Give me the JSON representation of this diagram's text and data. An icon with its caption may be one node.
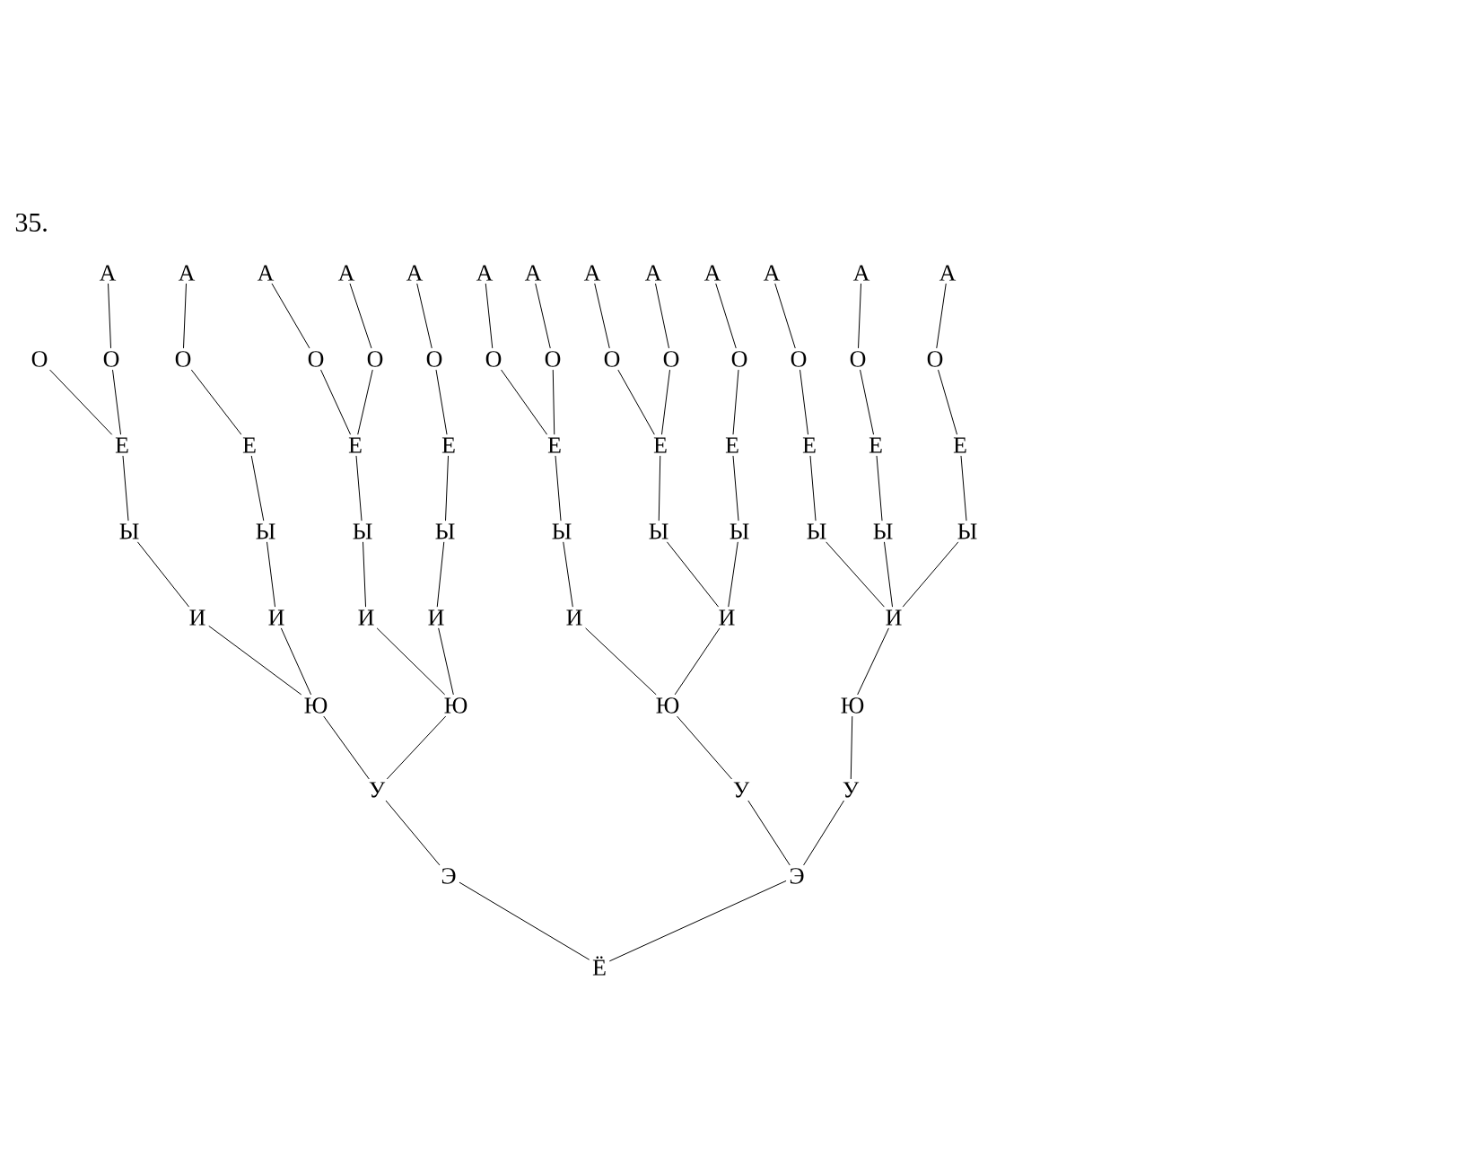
{
  "diagram": {
    "nodes": [
      {
        "text": [
          "А"
        ]
      },
      {
        "text": [
          "А"
        ]
      },
      {
        "text": [
          "А"
        ]
      },
      {
        "text": [
          "А"
        ]
      },
      {
        "text": [
          "А"
        ]
      },
      {
        "text": [
          "А"
        ]
      },
      {
        "text": [
          "А"
        ]
      },
      {
        "text": [
          "А"
        ]
      },
      {
        "text": [
          "А"
        ]
      },
      {
        "text": [
          "А"
        ]
      },
      {
        "text": [
          "А"
        ]
      },
      {
        "text": [
          "А"
        ]
      },
      {
        "text": [
          "А"
        ]
      },
      {
        "text": [
          "О"
        ]
      },
      {
        "text": [
          "О"
        ]
      },
      {
        "text": [
          "О"
        ]
      },
      {
        "text": [
          "О"
        ]
      },
      {
        "text": [
          "О"
        ]
      },
      {
        "text": [
          "О"
        ]
      },
      {
        "text": [
          "О"
        ]
      },
      {
        "text": [
          "О"
        ]
      },
      {
        "text": [
          "О"
        ]
      },
      {
        "text": [
          "О"
        ]
      },
      {
        "text": [
          "О"
        ]
      },
      {
        "text": [
          "О"
        ]
      },
      {
        "text": [
          "О"
        ]
      },
      {
        "text": [
          "О"
        ]
      },
      {
        "text": [
          "Е"
        ]
      },
      {
        "text": [
          "Е"
        ]
      },
      {
        "text": [
          "Е"
        ]
      },
      {
        "text": [
          "Е"
        ]
      },
      {
        "text": [
          "Е"
        ]
      },
      {
        "text": [
          "Е"
        ]
      },
      {
        "text": [
          "Е"
        ]
      },
      {
        "text": [
          "Е"
        ]
      },
      {
        "text": [
          "Е"
        ]
      },
      {
        "text": [
          "Е"
        ]
      },
      {
        "text": [
          "Ы"
        ]
      },
      {
        "text": [
          "Ы"
        ]
      },
      {
        "text": [
          "Ы"
        ]
      },
      {
        "text": [
          "Ы"
        ]
      },
      {
        "text": [
          "Ы"
        ]
      },
      {
        "text": [
          "Ы"
        ]
      },
      {
        "text": [
          "Ы"
        ]
      },
      {
        "text": [
          "Ы"
        ]
      },
      {
        "text": [
          "Ы"
        ]
      },
      {
        "text": [
          "Ы"
        ]
      },
      {
        "text": [
          "И"
        ]
      },
      {
        "text": [
          "И"
        ]
      },
      {
        "text": [
          "И"
        ]
      },
      {
        "text": [
          "И"
        ]
      },
      {
        "text": [
          "И"
        ]
      },
      {
        "text": [
          "И"
        ]
      },
      {
        "text": [
          "И"
        ]
      },
      {
        "text": [
          "Ю"
        ]
      },
      {
        "text": [
          "Ю"
        ]
      },
      {
        "text": [
          "Ю"
        ]
      },
      {
        "text": [
          "Ю"
        ]
      },
      {
        "text": [
          "У"
        ]
      },
      {
        "text": [
          "У"
        ]
      },
      {
        "text": [
          "У"
        ]
      },
      {
        "text": [
          "Э"
        ]
      },
      {
        "text": [
          "Э"
        ]
      },
      {
        "text": [
          "Ё"
        ]
      }
    ],
    "edges": [
      {
        "from": 0,
        "to": 14,
        "arrow": "none"
      },
      {
        "from": 1,
        "to": 15,
        "arrow": "none"
      },
      {
        "from": 2,
        "to": 16,
        "arrow": "none"
      },
      {
        "from": 3,
        "to": 17,
        "arrow": "none"
      },
      {
        "from": 4,
        "to": 18,
        "arrow": "none"
      },
      {
        "from": 5,
        "to": 19,
        "arrow": "none"
      },
      {
        "from": 6,
        "to": 20,
        "arrow": "none"
      },
      {
        "from": 7,
        "to": 21,
        "arrow": "none"
      },
      {
        "from": 8,
        "to": 22,
        "arrow": "none"
      },
      {
        "from": 9,
        "to": 23,
        "arrow": "none"
      },
      {
        "from": 10,
        "to": 24,
        "arrow": "none"
      },
      {
        "from": 11,
        "to": 25,
        "arrow": "none"
      },
      {
        "from": 12,
        "to": 26,
        "arrow": "none"
      },
      {
        "from": 13,
        "to": 27,
        "arrow": "none"
      },
      {
        "from": 14,
        "to": 27,
        "arrow": "none"
      },
      {
        "from": 15,
        "to": 28,
        "arrow": "none"
      },
      {
        "from": 16,
        "to": 29,
        "arrow": "none"
      },
      {
        "from": 17,
        "to": 29,
        "arrow": "none"
      },
      {
        "from": 18,
        "to": 30,
        "arrow": "none"
      },
      {
        "from": 19,
        "to": 31,
        "arrow": "none"
      },
      {
        "from": 20,
        "to": 31,
        "arrow": "none"
      },
      {
        "from": 21,
        "to": 32,
        "arrow": "none"
      },
      {
        "from": 22,
        "to": 32,
        "arrow": "none"
      },
      {
        "from": 23,
        "to": 33,
        "arrow": "none"
      },
      {
        "from": 24,
        "to": 34,
        "arrow": "none"
      },
      {
        "from": 25,
        "to": 35,
        "arrow": "none"
      },
      {
        "from": 26,
        "to": 36,
        "arrow": "none"
      },
      {
        "from": 27,
        "to": 37,
        "arrow": "none"
      },
      {
        "from": 28,
        "to": 38,
        "arrow": "none"
      },
      {
        "from": 29,
        "to": 39,
        "arrow": "none"
      },
      {
        "from": 30,
        "to": 40,
        "arrow": "none"
      },
      {
        "from": 31,
        "to": 41,
        "arrow": "none"
      },
      {
        "from": 32,
        "to": 42,
        "arrow": "none"
      },
      {
        "from": 33,
        "to": 43,
        "arrow": "none"
      },
      {
        "from": 34,
        "to": 44,
        "arrow": "none"
      },
      {
        "from": 35,
        "to": 45,
        "arrow": "none"
      },
      {
        "from": 36,
        "to": 46,
        "arrow": "none"
      },
      {
        "from": 37,
        "to": 47,
        "arrow": "none"
      },
      {
        "from": 38,
        "to": 48,
        "arrow": "none"
      },
      {
        "from": 39,
        "to": 49,
        "arrow": "none"
      },
      {
        "from": 40,
        "to": 50,
        "arrow": "none"
      },
      {
        "from": 41,
        "to": 51,
        "arrow": "none"
      },
      {
        "from": 42,
        "to": 52,
        "arrow": "none"
      },
      {
        "from": 43,
        "to": 52,
        "arrow": "none"
      },
      {
        "from": 44,
        "to": 53,
        "arrow": "none"
      },
      {
        "from": 45,
        "to": 53,
        "arrow": "none"
      },
      {
        "from": 46,
        "to": 53,
        "arrow": "none"
      },
      {
        "from": 47,
        "to": 54,
        "arrow": "none"
      },
      {
        "from": 48,
        "to": 54,
        "arrow": "none"
      },
      {
        "from": 49,
        "to": 55,
        "arrow": "none"
      },
      {
        "from": 50,
        "to": 55,
        "arrow": "none"
      },
      {
        "from": 51,
        "to": 56,
        "arrow": "none"
      },
      {
        "from": 52,
        "to": 56,
        "arrow": "none"
      },
      {
        "from": 53,
        "to": 57,
        "arrow": "none"
      },
      {
        "from": 54,
        "to": 58,
        "arrow": "none"
      },
      {
        "from": 55,
        "to": 58,
        "arrow": "none"
      },
      {
        "from": 56,
        "to": 59,
        "arrow": "none"
      },
      {
        "from": 57,
        "to": 60,
        "arrow": "none"
      },
      {
        "from": 58,
        "to": 61,
        "arrow": "none"
      },
      {
        "from": 59,
        "to": 62,
        "arrow": "none"
      },
      {
        "from": 60,
        "to": 62,
        "arrow": "none"
      },
      {
        "from": 61,
        "to": 63,
        "arrow": "none"
      },
      {
        "from": 62,
        "to": 63,
        "arrow": "none"
      }
    ],
    "labels": [
      "35."
    ]
  }
}
